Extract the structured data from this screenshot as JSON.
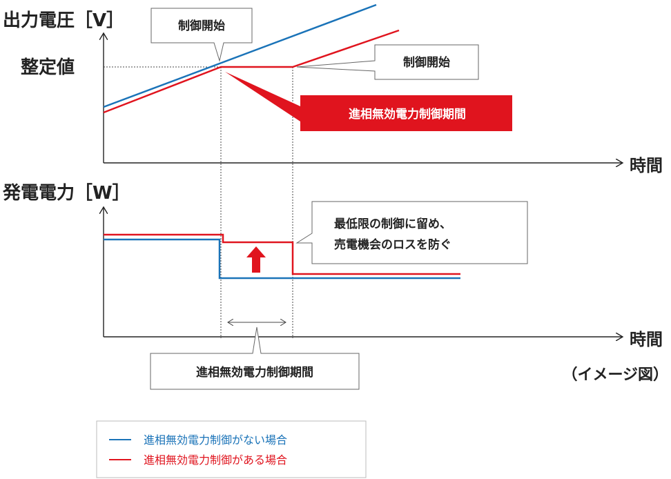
{
  "top_chart": {
    "y_axis_label": "出力電圧［V］",
    "setpoint_label": "整定値",
    "x_axis_label": "時間",
    "callout_start_1": "制御開始",
    "callout_start_2": "制御開始",
    "callout_period": "進相無効電力制御期間"
  },
  "bottom_chart": {
    "y_axis_label": "発電電力［W］",
    "x_axis_label": "時間",
    "callout_message_line1": "最低限の制御に留め、",
    "callout_message_line2": "売電機会のロスを防ぐ",
    "callout_period": "進相無効電力制御期間"
  },
  "image_note": "（イメージ図）",
  "legend": {
    "items": [
      {
        "label": "進相無効電力制御がない場合",
        "color": "#1a73b8"
      },
      {
        "label": "進相無効電力制御がある場合",
        "color": "#e0141e"
      }
    ]
  },
  "colors": {
    "without_control": "#1a73b8",
    "with_control": "#e0141e",
    "accent_red": "#e0141e"
  }
}
